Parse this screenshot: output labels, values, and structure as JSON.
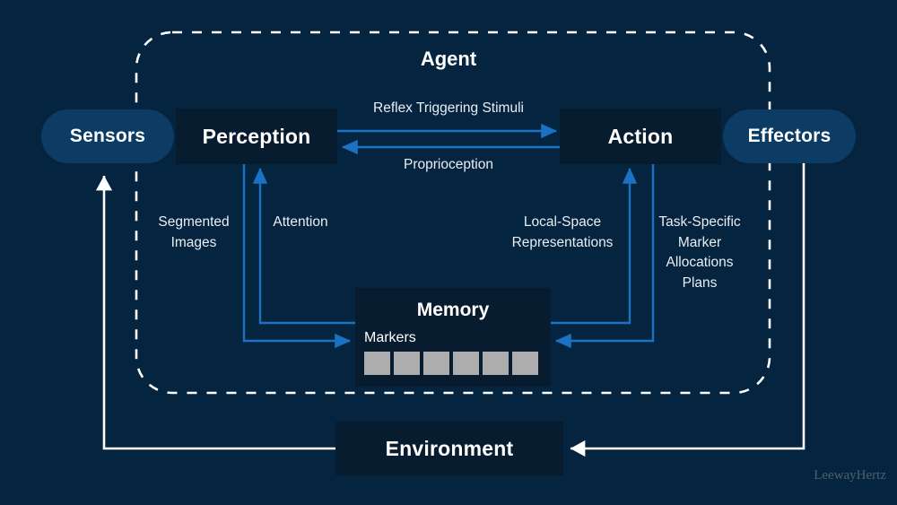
{
  "diagram": {
    "title": "Agent",
    "watermark": "LeewayHertz",
    "colors": {
      "background": "#05243f",
      "pill": "#0c3b63",
      "box": "#081c30",
      "arrow_blue": "#1b72c4",
      "arrow_white": "#ffffff",
      "marker": "#adadad",
      "text": "#ffffff"
    },
    "nodes": {
      "sensors": "Sensors",
      "perception": "Perception",
      "action": "Action",
      "effectors": "Effectors",
      "memory": "Memory",
      "environment": "Environment"
    },
    "memory": {
      "title": "Memory",
      "markers_label": "Markers",
      "marker_count": 6
    },
    "edge_labels": {
      "reflex": "Reflex Triggering Stimuli",
      "proprioception": "Proprioception",
      "segmented_images": "Segmented\nImages",
      "attention": "Attention",
      "local_space": "Local-Space\nRepresentations",
      "task_specific": "Task-Specific\nMarker\nAllocations\nPlans"
    }
  }
}
